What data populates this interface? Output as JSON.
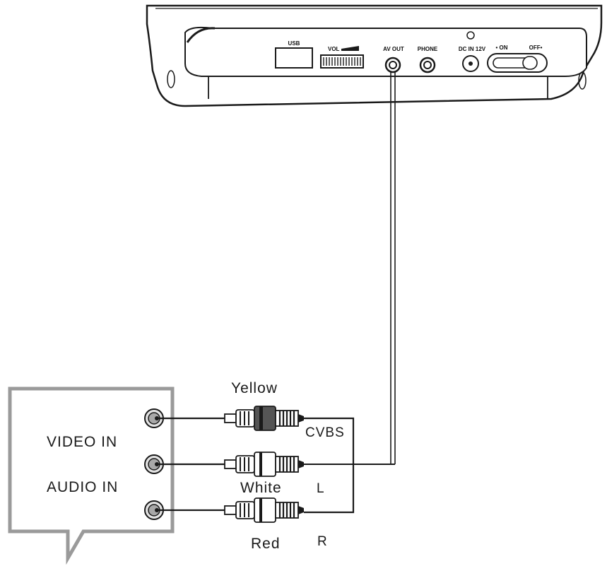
{
  "device": {
    "ports": {
      "usb": "USB",
      "vol": "VOL",
      "av_out": "AV OUT",
      "phone": "PHONE",
      "dc_in": "DC IN 12V",
      "on": "• ON",
      "off": "OFF•"
    }
  },
  "tv": {
    "video_in": "VIDEO IN",
    "audio_in": "AUDIO IN"
  },
  "plugs": {
    "yellow": "Yellow",
    "white": "White",
    "red": "Red"
  },
  "signals": {
    "cvbs": "CVBS",
    "l": "L",
    "r": "R"
  }
}
